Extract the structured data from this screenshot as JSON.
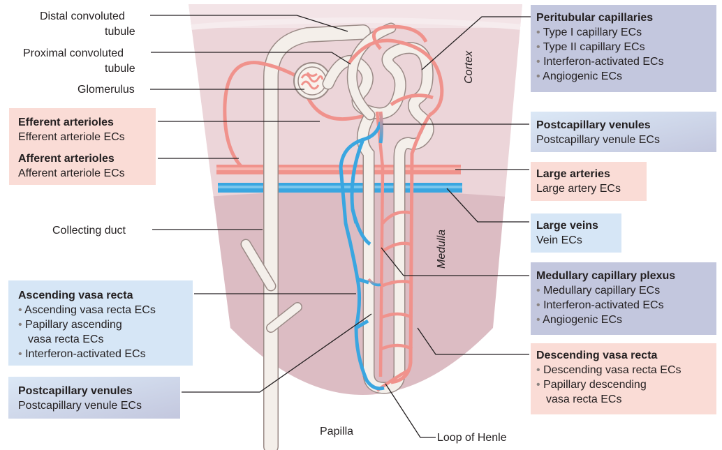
{
  "regions": {
    "cortex": "Cortex",
    "medulla": "Medulla",
    "papilla": "Papilla"
  },
  "left_labels": {
    "distal": [
      "Distal convoluted",
      "tubule"
    ],
    "proximal": [
      "Proximal convoluted",
      "tubule"
    ],
    "glomerulus": "Glomerulus",
    "collecting_duct": "Collecting duct"
  },
  "boxes": {
    "efferent": {
      "title": "Efferent arterioles",
      "sub": "Efferent arteriole ECs",
      "color": "#fadcd6"
    },
    "afferent": {
      "title": "Afferent arterioles",
      "sub": "Afferent arteriole ECs",
      "color": "#fadcd6"
    },
    "ascending_vasa_recta": {
      "title": "Ascending vasa recta",
      "items": [
        "Ascending vasa recta ECs",
        "Papillary ascending",
        "vasa recta ECs",
        "Interferon-activated ECs"
      ],
      "color": "#d6e6f6"
    },
    "postcap_left": {
      "title": "Postcapillary venules",
      "sub": "Postcapillary venule ECs"
    },
    "peritubular": {
      "title": "Peritubular capillaries",
      "items": [
        "Type I capillary ECs",
        "Type II capillary ECs",
        "Interferon-activated ECs",
        "Angiogenic ECs"
      ],
      "color": "#c3c7de"
    },
    "postcap_right": {
      "title": "Postcapillary venules",
      "sub": "Postcapillary venule ECs"
    },
    "large_arteries": {
      "title": "Large arteries",
      "sub": "Large artery ECs",
      "color": "#fadcd6"
    },
    "large_veins": {
      "title": "Large veins",
      "sub": "Vein ECs",
      "color": "#d6e6f6"
    },
    "medullary_plexus": {
      "title": "Medullary capillary plexus",
      "items": [
        "Medullary capillary ECs",
        "Interferon-activated ECs",
        "Angiogenic ECs"
      ],
      "color": "#c3c7de"
    },
    "descending_vasa_recta": {
      "title": "Descending vasa recta",
      "items": [
        "Descending vasa recta ECs",
        "Papillary descending",
        "vasa recta ECs"
      ],
      "color": "#fadcd6"
    }
  },
  "bottom_labels": {
    "loop": "Loop of Henle"
  },
  "colors": {
    "artery": "#f0928c",
    "vein": "#3aa6e0",
    "tubule_fill": "#f4efea",
    "cortex_bg": "#ecd5d9",
    "medulla_bg": "#dcbcc3"
  }
}
